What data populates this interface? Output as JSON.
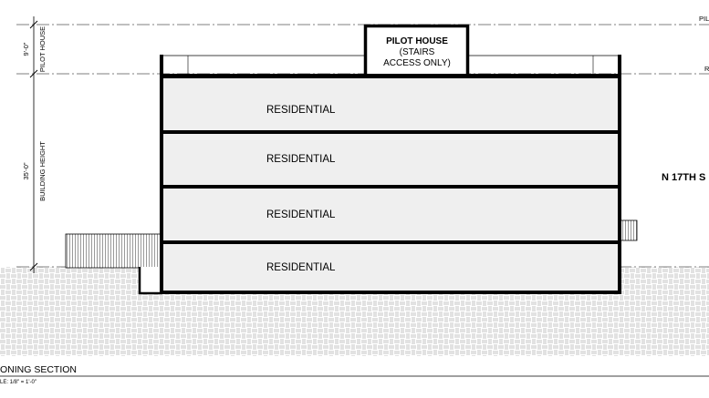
{
  "dimensions": {
    "pilot_house_height": "9'-0\"",
    "pilot_house_label": "PILOT HOUSE",
    "building_height": "35'-0\"",
    "building_height_label": "BUILDING HEIGHT"
  },
  "levels": {
    "top_label": "PIL",
    "roof_label": "R"
  },
  "pilot_house": {
    "name": "PILOT HOUSE",
    "note_line1": "(STAIRS",
    "note_line2": "ACCESS ONLY)"
  },
  "floors": [
    {
      "label": "RESIDENTIAL"
    },
    {
      "label": "RESIDENTIAL"
    },
    {
      "label": "RESIDENTIAL"
    },
    {
      "label": "RESIDENTIAL"
    }
  ],
  "street": "N 17TH S",
  "drawing_title": "ONING SECTION",
  "scale_text": "LE:  1/8\" = 1'-0\"",
  "colors": {
    "wall": "#000000",
    "floor_fill": "#efefef",
    "ground_pattern": "#9a9a9a",
    "dash": "#555555"
  }
}
